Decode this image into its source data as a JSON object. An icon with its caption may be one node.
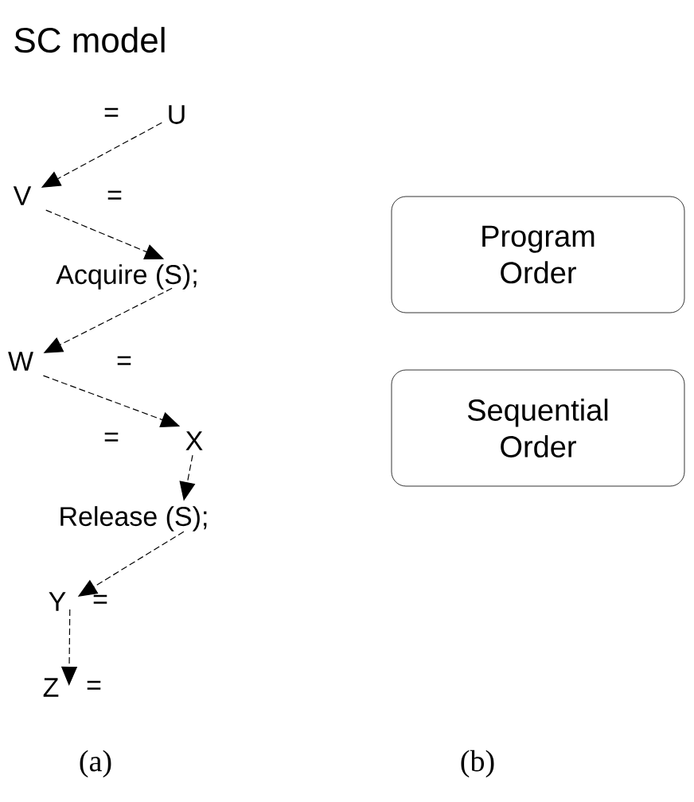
{
  "diagram": {
    "title": "SC model",
    "nodes": [
      {
        "text": [
          "U"
        ]
      },
      {
        "text": [
          "V"
        ]
      },
      {
        "text": [
          "Acquire (S);"
        ]
      },
      {
        "text": [
          "W"
        ]
      },
      {
        "text": [
          "X"
        ]
      },
      {
        "text": [
          "Release (S);"
        ]
      },
      {
        "text": [
          "Y"
        ]
      },
      {
        "text": [
          "Z"
        ]
      },
      {
        "text": [
          "Program Order"
        ]
      },
      {
        "text": [
          "Sequential Order"
        ]
      }
    ],
    "edges": [
      {
        "from": 0,
        "to": 1,
        "arrow": "to",
        "style": "dashed"
      },
      {
        "from": 1,
        "to": 2,
        "arrow": "to",
        "style": "dashed"
      },
      {
        "from": 2,
        "to": 3,
        "arrow": "to",
        "style": "dashed"
      },
      {
        "from": 3,
        "to": 4,
        "arrow": "to",
        "style": "dashed"
      },
      {
        "from": 4,
        "to": 5,
        "arrow": "to",
        "style": "dashed"
      },
      {
        "from": 5,
        "to": 6,
        "arrow": "to",
        "style": "dashed"
      },
      {
        "from": 6,
        "to": 7,
        "arrow": "to",
        "style": "dashed"
      }
    ],
    "labels": [
      "=",
      "=",
      "=",
      "=",
      "=",
      "=",
      "(a)",
      "(b)"
    ]
  }
}
